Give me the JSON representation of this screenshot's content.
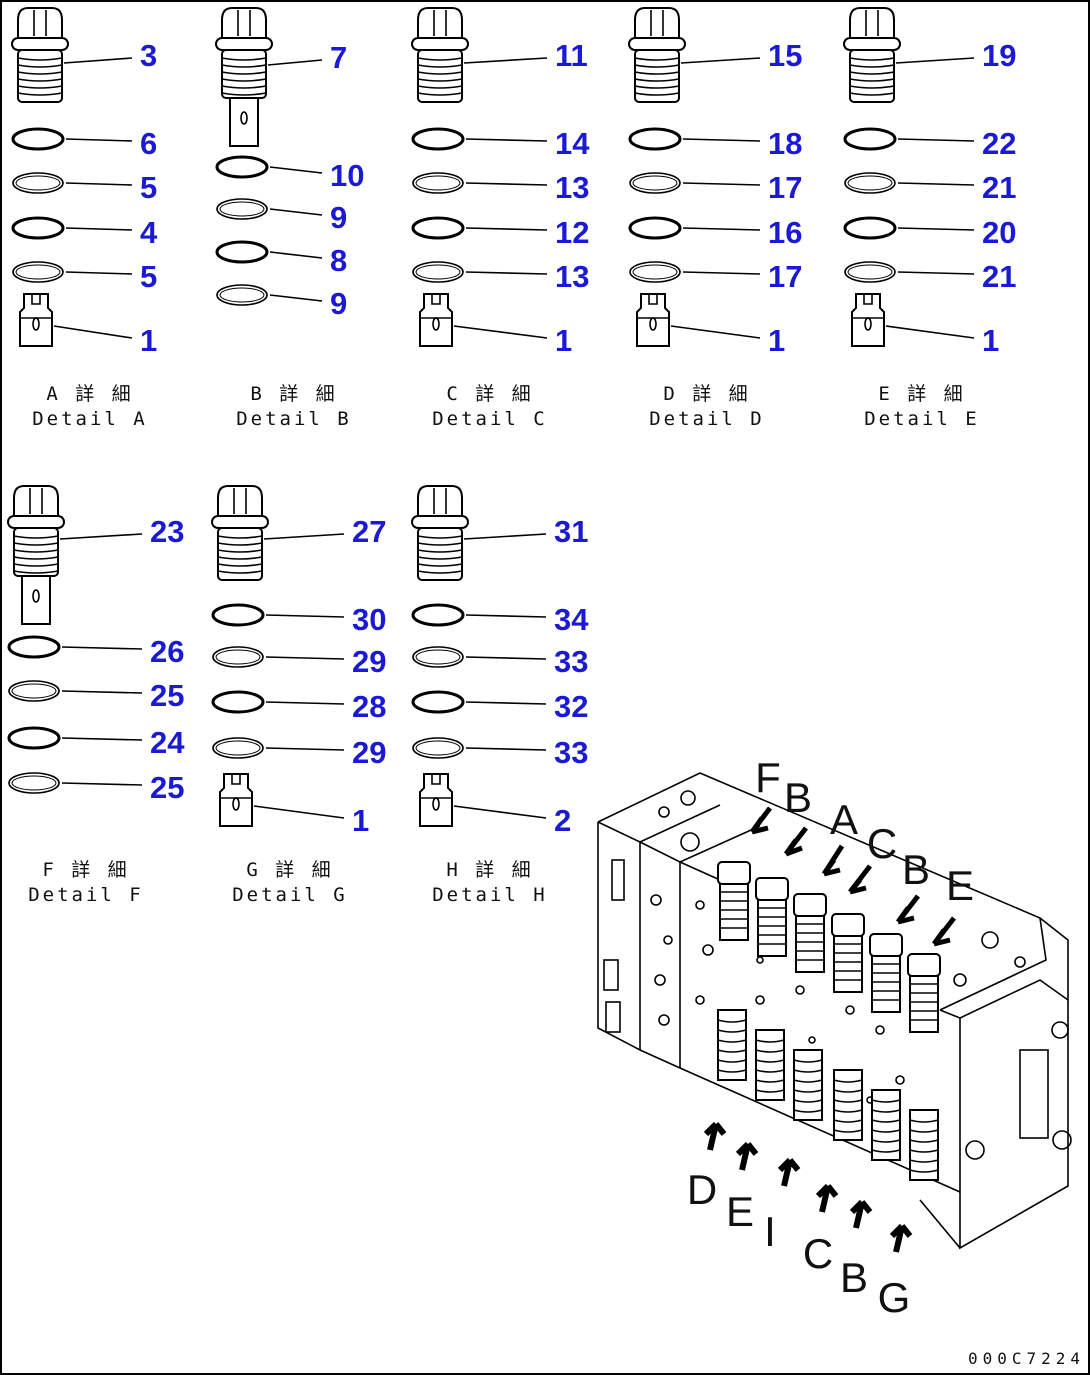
{
  "drawing_code": "000C7224",
  "details": [
    {
      "caption_ja": "A 詳 細",
      "caption_en": "Detail A",
      "callouts": [
        "3",
        "6",
        "5",
        "4",
        "5",
        "1"
      ]
    },
    {
      "caption_ja": "B 詳 細",
      "caption_en": "Detail B",
      "callouts": [
        "7",
        "10",
        "9",
        "8",
        "9"
      ]
    },
    {
      "caption_ja": "C 詳 細",
      "caption_en": "Detail C",
      "callouts": [
        "11",
        "14",
        "13",
        "12",
        "13",
        "1"
      ]
    },
    {
      "caption_ja": "D 詳 細",
      "caption_en": "Detail D",
      "callouts": [
        "15",
        "18",
        "17",
        "16",
        "17",
        "1"
      ]
    },
    {
      "caption_ja": "E 詳 細",
      "caption_en": "Detail E",
      "callouts": [
        "19",
        "22",
        "21",
        "20",
        "21",
        "1"
      ]
    },
    {
      "caption_ja": "F 詳 細",
      "caption_en": "Detail F",
      "callouts": [
        "23",
        "26",
        "25",
        "24",
        "25"
      ]
    },
    {
      "caption_ja": "G 詳 細",
      "caption_en": "Detail G",
      "callouts": [
        "27",
        "30",
        "29",
        "28",
        "29",
        "1"
      ]
    },
    {
      "caption_ja": "H 詳 細",
      "caption_en": "Detail H",
      "callouts": [
        "31",
        "34",
        "33",
        "32",
        "33",
        "2"
      ]
    }
  ],
  "assembly_labels": {
    "top": [
      "F",
      "B",
      "A",
      "C",
      "B",
      "E"
    ],
    "bottom": [
      "D",
      "E",
      "I",
      "C",
      "B",
      "G"
    ]
  }
}
